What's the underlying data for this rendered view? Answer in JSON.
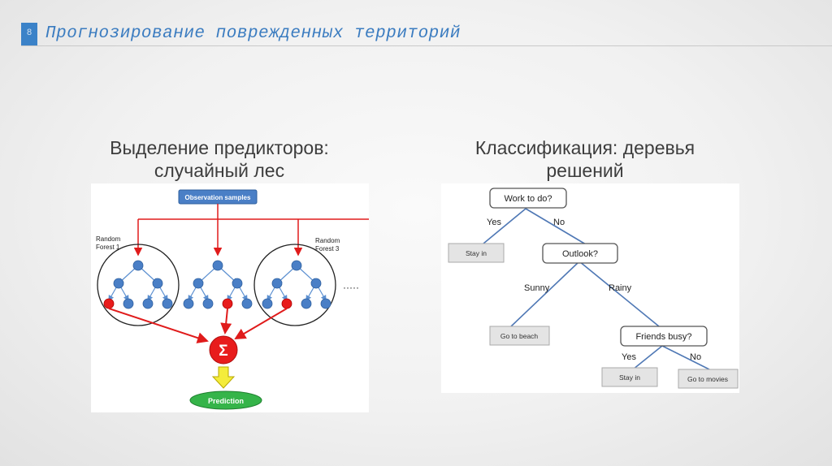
{
  "slide": {
    "number": "8",
    "title": "Прогнозирование поврежденных территорий"
  },
  "left_section": {
    "caption_line1": "Выделение предикторов:",
    "caption_line2": "случайный лес",
    "diagram": {
      "observation_label": "Observation samples",
      "forest1_line1": "Random",
      "forest1_line2": "Forest 1",
      "forest3_line1": "Random",
      "forest3_line2": "Forest 3",
      "ellipsis": "·····",
      "sum_symbol": "Σ",
      "prediction_label": "Prediction",
      "colors": {
        "node": "#4a7fc6",
        "highlight": "#e81c1c",
        "edge_red": "#e01b1b",
        "prediction": "#35b449",
        "arrow_yellow": "#f4ec3a"
      }
    }
  },
  "right_section": {
    "caption_line1": "Классификация: деревья",
    "caption_line2": "решений",
    "tree": {
      "root": "Work to do?",
      "yes1": "Yes",
      "no1": "No",
      "stay_in_1": "Stay in",
      "outlook": "Outlook?",
      "sunny": "Sunny",
      "rainy": "Rainy",
      "go_to_beach": "Go to beach",
      "friends_busy": "Friends busy?",
      "yes2": "Yes",
      "no2": "No",
      "stay_in_2": "Stay in",
      "go_to_movies": "Go to movies"
    }
  }
}
